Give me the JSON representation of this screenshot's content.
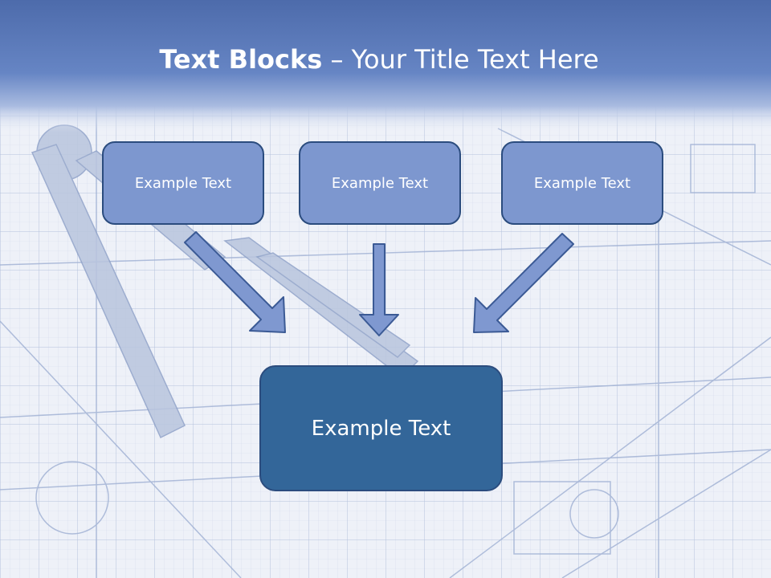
{
  "title": {
    "bold": "Text Blocks",
    "separator": " – ",
    "rest": "Your Title Text Here"
  },
  "blocks": {
    "left": "Example Text",
    "middle": "Example Text",
    "right": "Example Text",
    "target": "Example Text"
  },
  "colors": {
    "header": "#5a79b8",
    "small_box": "#7d97cf",
    "big_box": "#336699",
    "border": "#2b4c7e",
    "arrow_fill": "#7f98d0",
    "arrow_stroke": "#3b5a95"
  }
}
